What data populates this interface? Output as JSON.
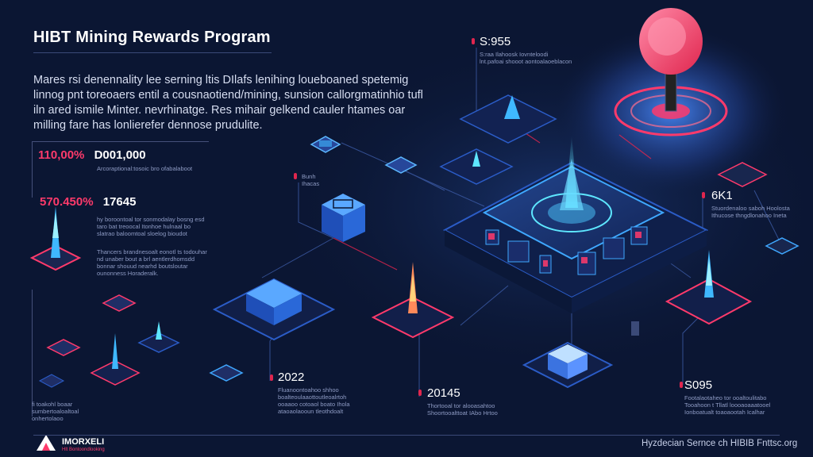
{
  "title": "HIBT Mining Rewards Program",
  "intro": "Mares rsi denennality lee serning ltis DIlafs lenihing loueboaned spetemig linnog pnt toreoaers entil a cousnaotiend/mining, sunsion callorgmatinhio tufl iln ared ismile Minter. nevrhinatge. Res mihair gelkend cauler htames oar milling fare has lonlierefer dennose prudulite.",
  "stats": [
    {
      "pct": "110,00%",
      "value": "D001,000",
      "note": "Arcoraptional:tosoic bro ofabalaboot"
    },
    {
      "pct": "570.450%",
      "value": "17645",
      "notes": [
        "hy boroontoal tor sonmodalay bosng esd",
        "taro bat treoocal Itonhoe hulnaal bo",
        "slatrao baloomtoal sloelog bioudot",
        "Thancers brandnesoalt eonotl ts todouhar",
        "nd unaber bout a brl aentlerdhomsdd",
        "bonnar shouud nearhd boutsloutar",
        "ounonness Horaderalk."
      ]
    }
  ],
  "callouts": [
    {
      "label": "S:955",
      "lines": [
        "S:raa Ilahoosk Iovnteloodi",
        "lnt.pafoai shooot aontoalaoeblacon"
      ]
    },
    {
      "label": "",
      "lines": [
        "Bunh",
        "Ihacas"
      ]
    },
    {
      "label": "6K1",
      "lines": [
        "Stuordenaloo saboh Hoolosta",
        "Ithucose thngdlonahoo Ineta"
      ]
    },
    {
      "label": "2022",
      "lines": [
        "Fluanoontoahoo shhoo",
        "boalteoulaaottoutleoalrtoh",
        "ooaaoo cotoaol boato Ihola",
        "ataoaolaooun tleothdoalt"
      ]
    },
    {
      "label": "20145",
      "lines": [
        "Thortooal tor alooasahtoo",
        "Shoortooalttoat IAbo Hrtoo"
      ]
    },
    {
      "label": "S095",
      "lines": [
        "Footalaotaheo tor ooaltoulitabo",
        "Tooahoon t Tllatl loooaoaaatooel",
        "Ionboatualt toaoaootah Icalhar"
      ]
    }
  ],
  "left_labels": [
    "fi toakohl boaar",
    "sumbertoaloaltoal",
    "onhertolaoo"
  ],
  "footer": {
    "logo_name": "IMORXELI",
    "logo_sub": "Hlt Bontoondlooking",
    "right_text": "Hyzdecian Sernce ch HIBIB Fnttsc.org"
  },
  "colors": {
    "background": "#0b1633",
    "accent": "#ff3a6b",
    "cyan": "#36d6ff",
    "blue": "#2b7bff"
  }
}
